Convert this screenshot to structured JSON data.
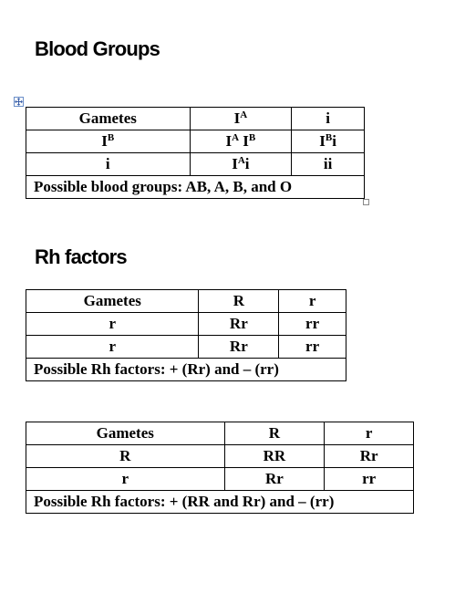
{
  "blood_groups": {
    "title": "Blood Groups",
    "header": {
      "corner": "Gametes",
      "col1_base": "I",
      "col1_sup": "A",
      "col2": "i"
    },
    "row1": {
      "label_base": "I",
      "label_sup": "B",
      "c1_a": "I",
      "c1_a_sup": "A",
      "c1_b": "I",
      "c1_b_sup": "B",
      "c2_base": "I",
      "c2_sup": "B",
      "c2_tail": "i"
    },
    "row2": {
      "label": "i",
      "c1_base": "I",
      "c1_sup": "A",
      "c1_tail": "i",
      "c2": "ii"
    },
    "footer": "Possible blood groups: AB, A, B, and O"
  },
  "rh_factors": {
    "title": "Rh factors",
    "table1": {
      "header": [
        "Gametes",
        "R",
        "r"
      ],
      "rows": [
        [
          "r",
          "Rr",
          "rr"
        ],
        [
          "r",
          "Rr",
          "rr"
        ]
      ],
      "footer": "Possible Rh factors: + (Rr) and – (rr)"
    },
    "table2": {
      "header": [
        "Gametes",
        "R",
        "r"
      ],
      "rows": [
        [
          "R",
          "RR",
          "Rr"
        ],
        [
          "r",
          "Rr",
          "rr"
        ]
      ],
      "footer": "Possible Rh factors: + (RR and Rr) and – (rr)"
    }
  },
  "icons": {
    "move": "table-move-handle-icon",
    "resize": "table-resize-handle-icon"
  }
}
